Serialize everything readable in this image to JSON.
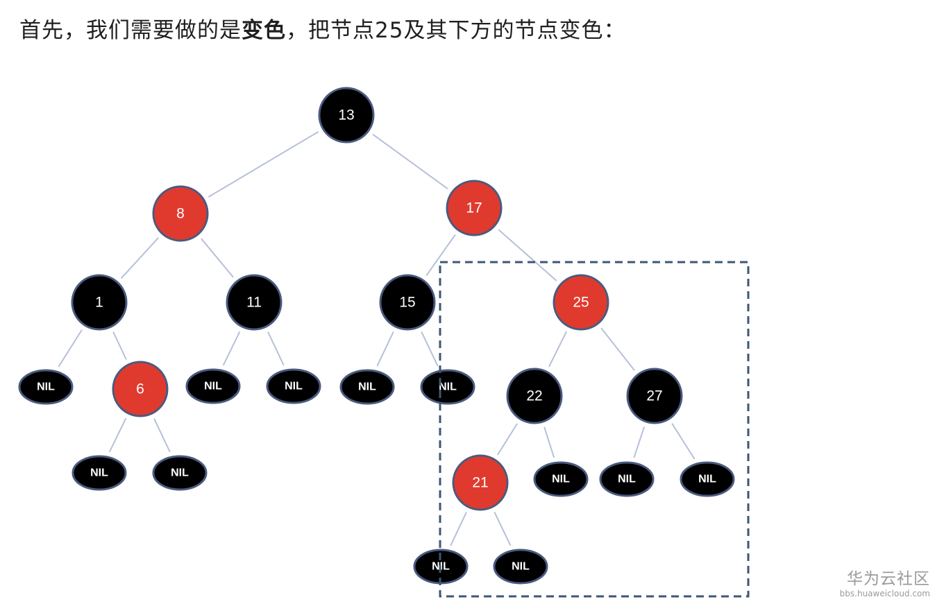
{
  "heading": {
    "before": "首先，我们需要做的是",
    "strong": "变色",
    "after": "，把节点25及其下方的节点变色："
  },
  "colors": {
    "black": "#000000",
    "red": "#e03a2e",
    "stroke": "#4a5a80",
    "edge": "#b5c0d8",
    "box": "#3e5676"
  },
  "nodes": [
    {
      "id": "13",
      "label": "13",
      "color": "black",
      "kind": "node"
    },
    {
      "id": "8",
      "label": "8",
      "color": "red",
      "kind": "node"
    },
    {
      "id": "17",
      "label": "17",
      "color": "red",
      "kind": "node"
    },
    {
      "id": "1",
      "label": "1",
      "color": "black",
      "kind": "node"
    },
    {
      "id": "11",
      "label": "11",
      "color": "black",
      "kind": "node"
    },
    {
      "id": "15",
      "label": "15",
      "color": "black",
      "kind": "node"
    },
    {
      "id": "25",
      "label": "25",
      "color": "red",
      "kind": "node"
    },
    {
      "id": "6",
      "label": "6",
      "color": "red",
      "kind": "node"
    },
    {
      "id": "22",
      "label": "22",
      "color": "black",
      "kind": "node"
    },
    {
      "id": "27",
      "label": "27",
      "color": "black",
      "kind": "node"
    },
    {
      "id": "21",
      "label": "21",
      "color": "red",
      "kind": "node"
    },
    {
      "id": "nil-1a",
      "label": "NIL",
      "color": "black",
      "kind": "nil"
    },
    {
      "id": "nil-6a",
      "label": "NIL",
      "color": "black",
      "kind": "nil"
    },
    {
      "id": "nil-6b",
      "label": "NIL",
      "color": "black",
      "kind": "nil"
    },
    {
      "id": "nil-11a",
      "label": "NIL",
      "color": "black",
      "kind": "nil"
    },
    {
      "id": "nil-11b",
      "label": "NIL",
      "color": "black",
      "kind": "nil"
    },
    {
      "id": "nil-15a",
      "label": "NIL",
      "color": "black",
      "kind": "nil"
    },
    {
      "id": "nil-15b",
      "label": "NIL",
      "color": "black",
      "kind": "nil"
    },
    {
      "id": "nil-21a",
      "label": "NIL",
      "color": "black",
      "kind": "nil"
    },
    {
      "id": "nil-21b",
      "label": "NIL",
      "color": "black",
      "kind": "nil"
    },
    {
      "id": "nil-22b",
      "label": "NIL",
      "color": "black",
      "kind": "nil"
    },
    {
      "id": "nil-27a",
      "label": "NIL",
      "color": "black",
      "kind": "nil"
    },
    {
      "id": "nil-27b",
      "label": "NIL",
      "color": "black",
      "kind": "nil"
    }
  ],
  "edges": [
    [
      "13",
      "8"
    ],
    [
      "13",
      "17"
    ],
    [
      "8",
      "1"
    ],
    [
      "8",
      "11"
    ],
    [
      "17",
      "15"
    ],
    [
      "17",
      "25"
    ],
    [
      "1",
      "nil-1a"
    ],
    [
      "1",
      "6"
    ],
    [
      "6",
      "nil-6a"
    ],
    [
      "6",
      "nil-6b"
    ],
    [
      "11",
      "nil-11a"
    ],
    [
      "11",
      "nil-11b"
    ],
    [
      "15",
      "nil-15a"
    ],
    [
      "15",
      "nil-15b"
    ],
    [
      "25",
      "22"
    ],
    [
      "25",
      "27"
    ],
    [
      "22",
      "21"
    ],
    [
      "22",
      "nil-22b"
    ],
    [
      "21",
      "nil-21a"
    ],
    [
      "21",
      "nil-21b"
    ],
    [
      "27",
      "nil-27a"
    ],
    [
      "27",
      "nil-27b"
    ]
  ],
  "watermark": {
    "brand": "华为云社区",
    "site": "bbs.huaweicloud.com"
  }
}
